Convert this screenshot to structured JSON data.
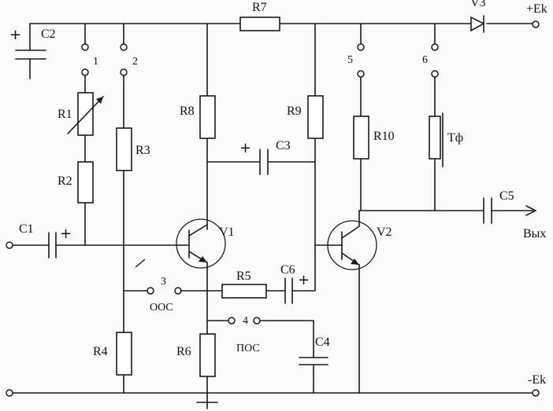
{
  "labels": {
    "R1": "R1",
    "R2": "R2",
    "R3": "R3",
    "R4": "R4",
    "R5": "R5",
    "R6": "R6",
    "R7": "R7",
    "R8": "R8",
    "R9": "R9",
    "R10": "R10",
    "C1": "C1",
    "C2": "C2",
    "C3": "C3",
    "C4": "C4",
    "C5": "C5",
    "C6": "C6",
    "V1": "V1",
    "V2": "V2",
    "V3": "V3",
    "Tf": "Тф",
    "plus_ek": "+Ek",
    "minus_ek": "-Ek",
    "out": "Вых",
    "oos": "ООС",
    "pos": "ПОС",
    "sw1": "1",
    "sw2": "2",
    "sw3": "3",
    "sw4": "4",
    "sw5": "5",
    "sw6": "6",
    "plus": "+"
  }
}
